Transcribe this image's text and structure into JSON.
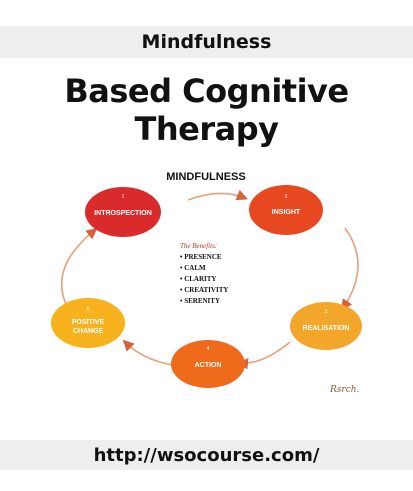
{
  "header": {
    "top_label": "Mindfulness",
    "headline": "Based Cognitive Therapy"
  },
  "footer": {
    "url": "http://wsocourse.com/"
  },
  "diagram": {
    "title": "MINDFULNESS",
    "nodes": [
      {
        "number": "1",
        "label_lines": [
          "INTROSPECTION"
        ],
        "color": "#d92b2b"
      },
      {
        "number": "2",
        "label_lines": [
          "INSIGHT"
        ],
        "color": "#e8481f"
      },
      {
        "number": "3",
        "label_lines": [
          "REALISATION"
        ],
        "color": "#f2a62a"
      },
      {
        "number": "4",
        "label_lines": [
          "ACTION"
        ],
        "color": "#f06a1c"
      },
      {
        "number": "5",
        "label_lines": [
          "POSITIVE",
          "CHANGE"
        ],
        "color": "#f7b21e"
      }
    ],
    "benefits_title": "The Benefits:",
    "benefits": [
      "PRESENCE",
      "CALM",
      "CLARITY",
      "CREATIVITY",
      "SERENITY"
    ],
    "signature": "Rsrch.",
    "arrow_color": "#e8a07a"
  }
}
